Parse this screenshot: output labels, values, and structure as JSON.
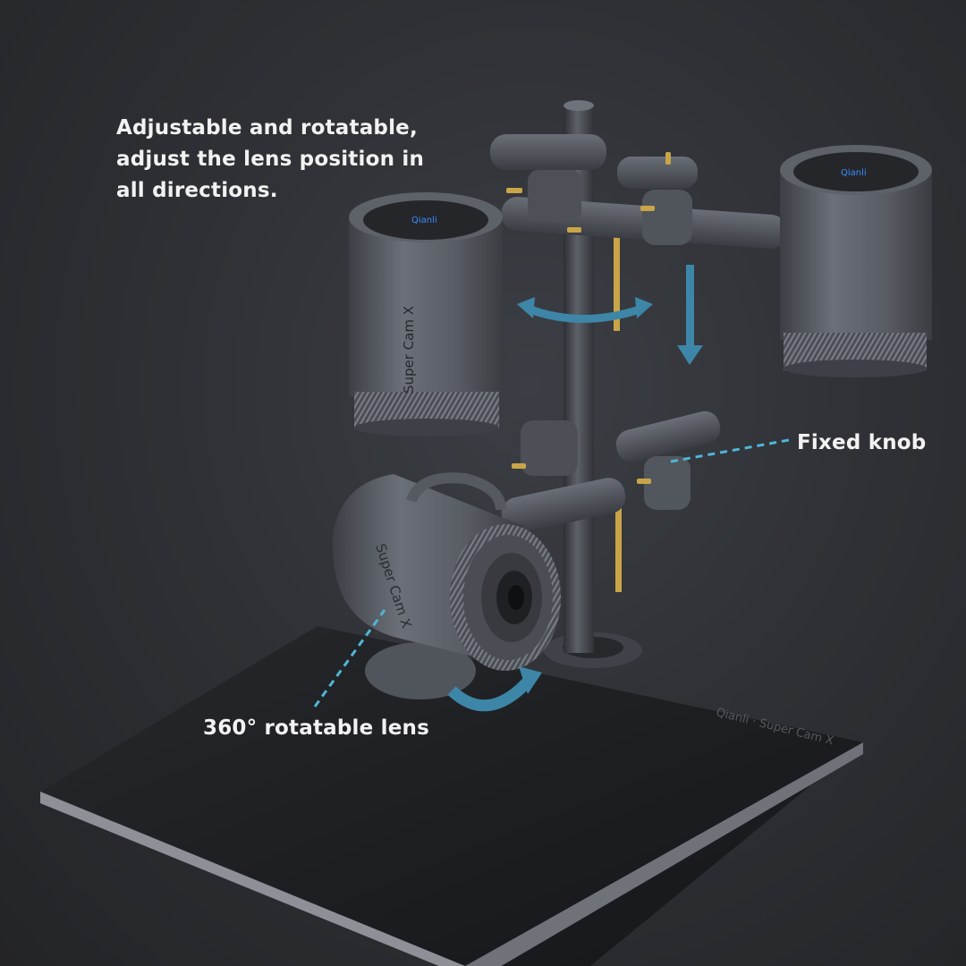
{
  "captions": {
    "adjustable": [
      "Adjustable and rotatable,",
      "adjust the lens position in",
      "all directions."
    ],
    "fixed_knob": "Fixed knob",
    "rotatable_lens": "360° rotatable lens"
  },
  "product_markings": {
    "brand": "Qianli",
    "model": "Super Cam X",
    "base_engraving": "Qianli · Super Cam X"
  },
  "colors": {
    "background": "#2f3136",
    "metal": "#5a5e66",
    "base": "#1c1d20",
    "accent_arrow": "#3d86a8",
    "brass": "#c9a548",
    "leader_line": "#4fb6d6",
    "caption_text": "#f2f2f2"
  }
}
